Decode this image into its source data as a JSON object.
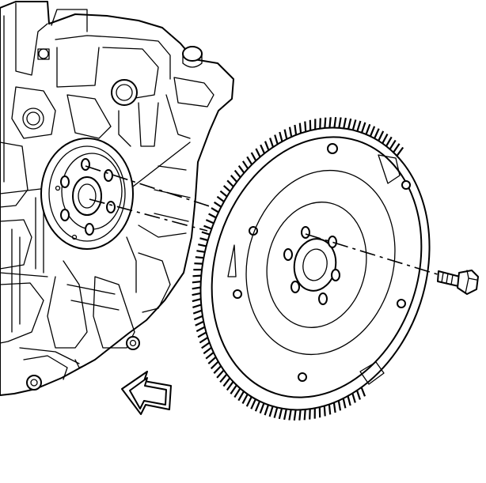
{
  "diagram": {
    "subject": "flywheel-to-crankshaft-installation",
    "parts": [
      "engine-block",
      "crankshaft-flange",
      "flywheel",
      "ring-gear",
      "flywheel-bolt",
      "direction-arrow"
    ],
    "line_color": "#000000",
    "background": "#ffffff",
    "flywheel_bolt_hole_count": 6,
    "arrow_icon": "front-of-engine-arrow-icon"
  }
}
